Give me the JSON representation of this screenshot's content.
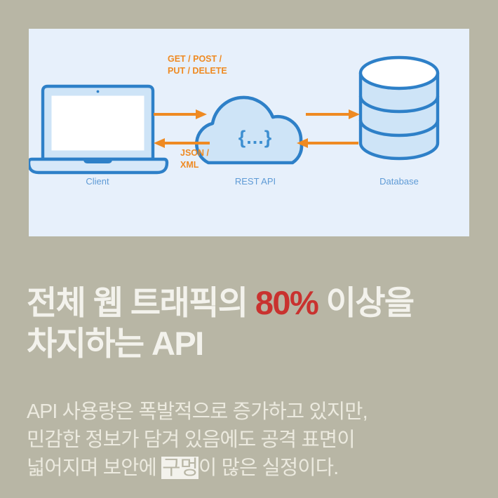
{
  "background_color": "#b8b6a5",
  "diagram": {
    "panel_background": "#e7f0fb",
    "stroke_color": "#2e80c8",
    "fill_color": "#cee4f7",
    "arrow_color": "#ef8a22",
    "label_color": "#5f9bd6",
    "nodes": [
      {
        "id": "client",
        "label": "Client",
        "icon": "laptop-icon"
      },
      {
        "id": "rest-api",
        "label": "REST API",
        "icon": "cloud-icon",
        "glyph": "{...}"
      },
      {
        "id": "database",
        "label": "Database",
        "icon": "database-cylinder-icon"
      }
    ],
    "flows": [
      {
        "id": "request",
        "label_line1": "GET / POST /",
        "label_line2": "PUT / DELETE",
        "direction": "right"
      },
      {
        "id": "response",
        "label_line1": "JSON /",
        "label_line2": "XML",
        "direction": "left"
      }
    ]
  },
  "headline": {
    "accent_color": "#c9322f",
    "text_color": "#f3f2ec",
    "line1_before": "전체 웹 트래픽의 ",
    "line1_accent": "80%",
    "line1_after": " 이상을",
    "line2": "차지하는 API"
  },
  "body": {
    "text_color": "#eceadf",
    "highlight_background": "#f3f2ec",
    "highlight_text_color": "#b8b6a5",
    "line1": "API 사용량은 폭발적으로 증가하고 있지만,",
    "line2": "민감한 정보가 담겨 있음에도 공격 표면이",
    "line3_before": "넓어지며 보안에 ",
    "line3_highlight": "구멍",
    "line3_after": "이 많은 실정이다."
  }
}
